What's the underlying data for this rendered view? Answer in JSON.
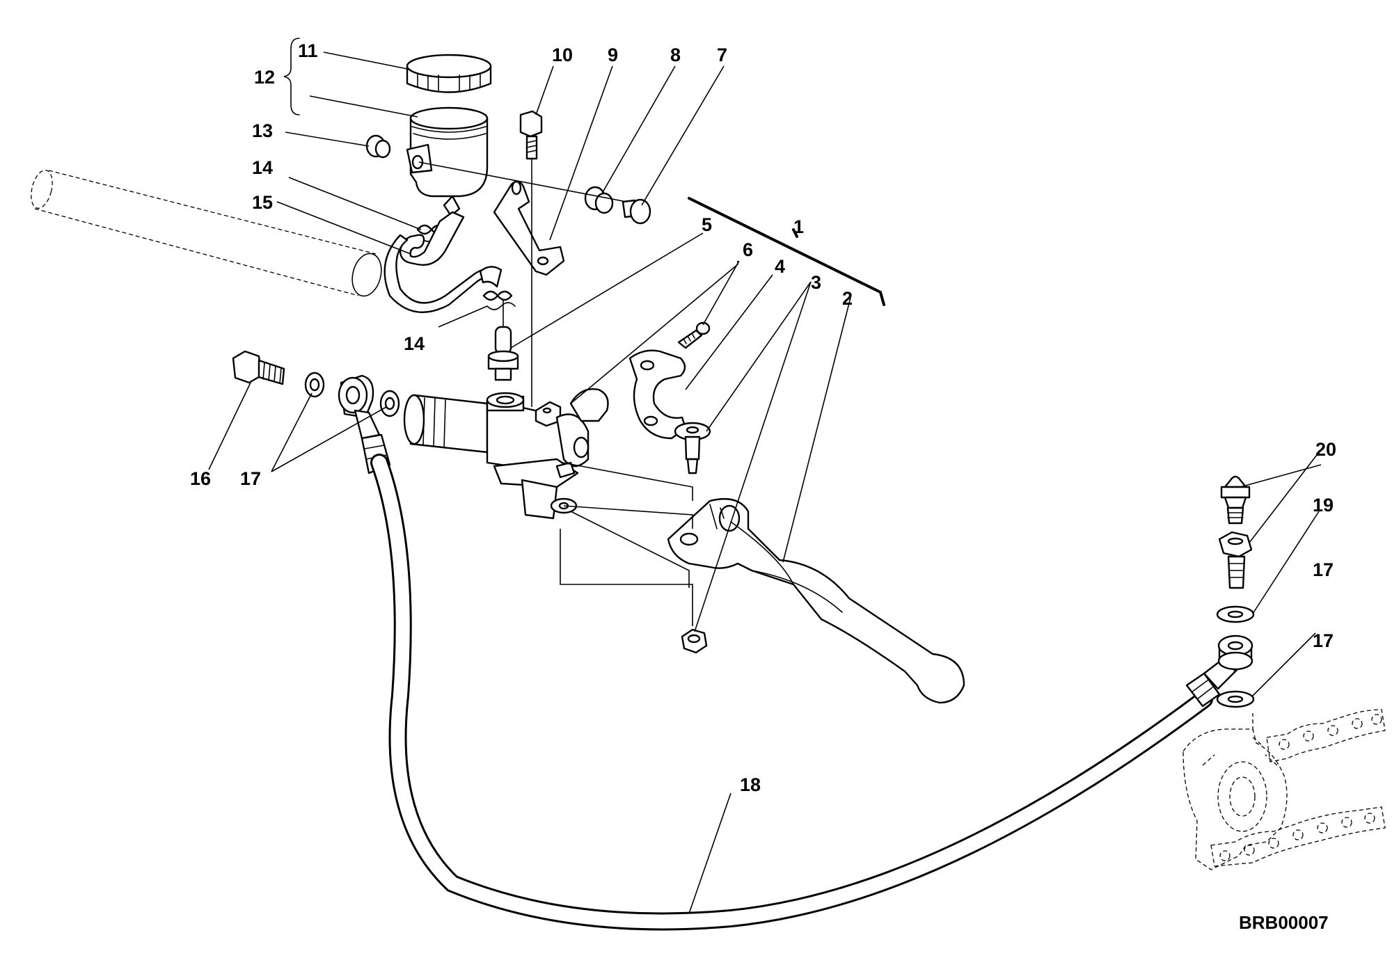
{
  "diagram": {
    "code": "BRB00007",
    "labels": [
      {
        "id": "lbl-1",
        "text": "1"
      },
      {
        "id": "lbl-2",
        "text": "2"
      },
      {
        "id": "lbl-3",
        "text": "3"
      },
      {
        "id": "lbl-4",
        "text": "4"
      },
      {
        "id": "lbl-5",
        "text": "5"
      },
      {
        "id": "lbl-6",
        "text": "6"
      },
      {
        "id": "lbl-7",
        "text": "7"
      },
      {
        "id": "lbl-8",
        "text": "8"
      },
      {
        "id": "lbl-9",
        "text": "9"
      },
      {
        "id": "lbl-10",
        "text": "10"
      },
      {
        "id": "lbl-11",
        "text": "11"
      },
      {
        "id": "lbl-12",
        "text": "12"
      },
      {
        "id": "lbl-13",
        "text": "13"
      },
      {
        "id": "lbl-14a",
        "text": "14"
      },
      {
        "id": "lbl-14b",
        "text": "14"
      },
      {
        "id": "lbl-15",
        "text": "15"
      },
      {
        "id": "lbl-16",
        "text": "16"
      },
      {
        "id": "lbl-17a",
        "text": "17"
      },
      {
        "id": "lbl-17b",
        "text": "17"
      },
      {
        "id": "lbl-17c",
        "text": "17"
      },
      {
        "id": "lbl-18",
        "text": "18"
      },
      {
        "id": "lbl-19",
        "text": "19"
      },
      {
        "id": "lbl-20",
        "text": "20"
      }
    ]
  }
}
